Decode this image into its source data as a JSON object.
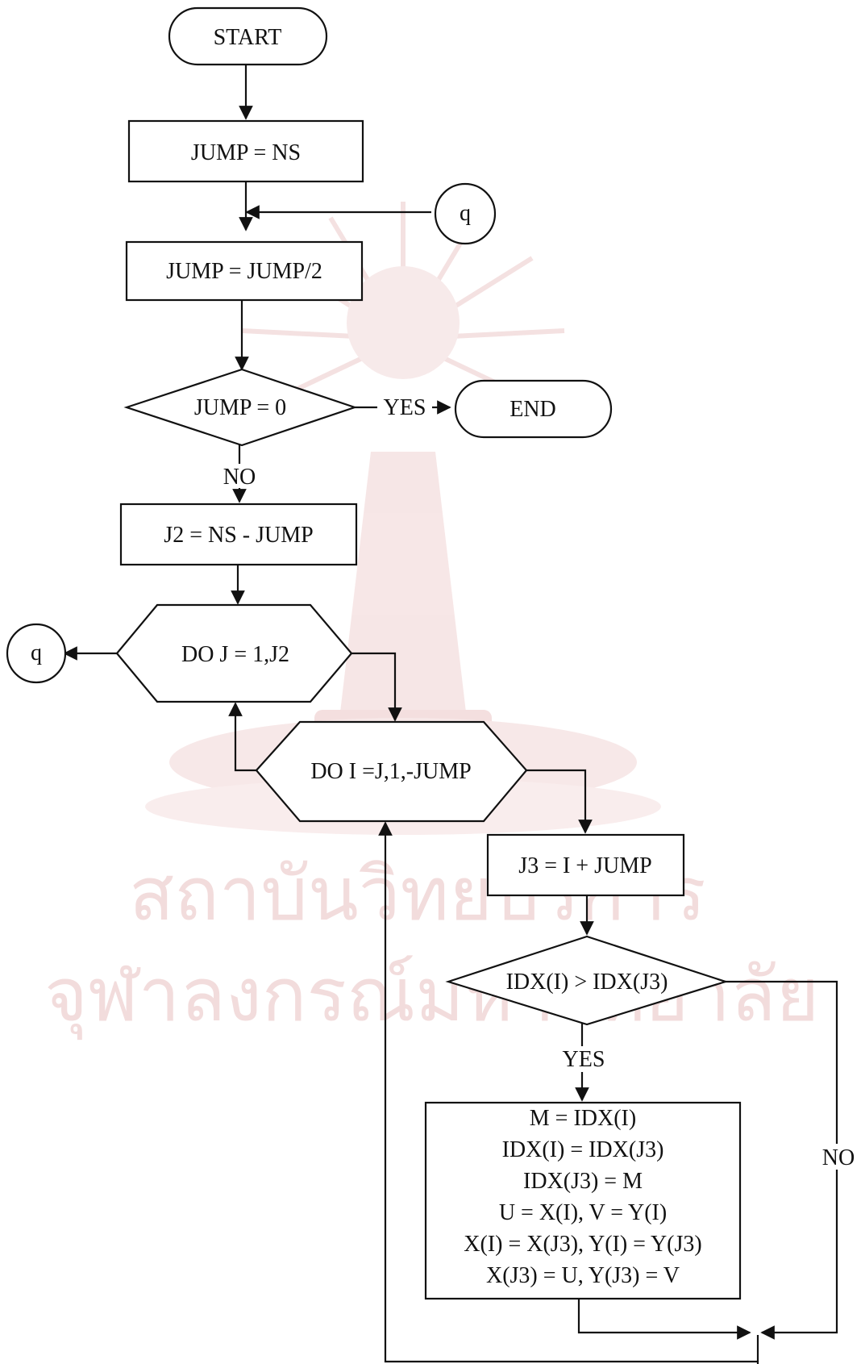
{
  "watermark": {
    "emblem": "university-seal",
    "line1": "สถาบันวิทยบริการ",
    "line2": "จุฬาลงกรณ์มหาวิทยาลัย",
    "color": "#f1d9d9"
  },
  "flowchart": {
    "start": "START",
    "init": "JUMP = NS",
    "halve": "JUMP = JUMP/2",
    "test_jump": "JUMP = 0",
    "yes_1": "YES",
    "end": "END",
    "no_1": "NO",
    "j2": "J2 = NS - JUMP",
    "loop_j": "DO J = 1,J2",
    "loop_i": "DO I =J,1,-JUMP",
    "j3": "J3 = I + JUMP",
    "compare": "IDX(I) > IDX(J3)",
    "yes_2": "YES",
    "no_2": "NO",
    "connector_in": "q",
    "connector_out": "q",
    "swap_lines": [
      "M = IDX(I)",
      "IDX(I) = IDX(J3)",
      "IDX(J3) = M",
      "U = X(I), V = Y(I)",
      "X(I) = X(J3), Y(I) = Y(J3)",
      "X(J3) = U, Y(J3) = V"
    ]
  },
  "colors": {
    "ink": "#111111",
    "background": "#ffffff"
  }
}
